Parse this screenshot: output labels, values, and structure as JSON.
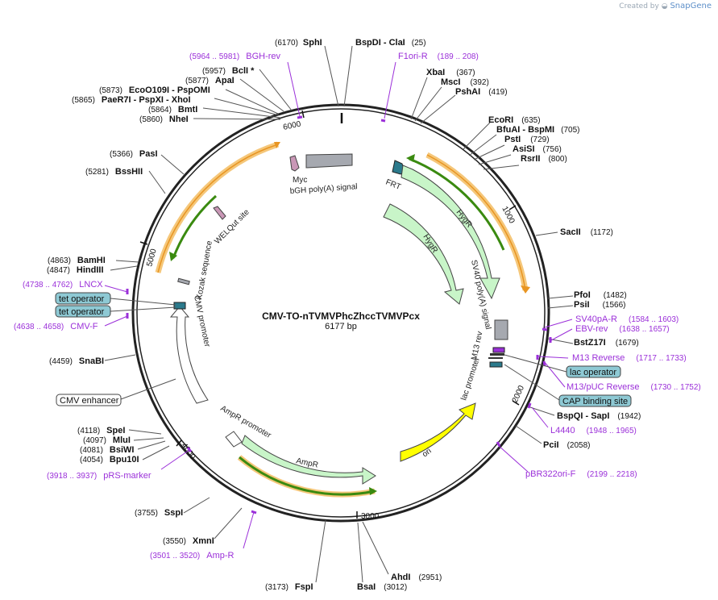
{
  "credit": {
    "created_by": "Created by",
    "brand": "SnapGene"
  },
  "plasmid": {
    "name": "CMV-TO-nTVMVPhcZhccTVMVPcx",
    "length": "6177 bp"
  },
  "ticks": [
    "1000",
    "2000",
    "3000",
    "4000",
    "5000",
    "6000"
  ],
  "sites": [
    {
      "name": "SphI",
      "pos": "(6170)"
    },
    {
      "name": "BspDI",
      "sep": " - ",
      "name2": "ClaI",
      "pos": "(25)"
    },
    {
      "name": "XbaI",
      "pos": "(367)"
    },
    {
      "name": "MscI",
      "pos": "(392)"
    },
    {
      "name": "PshAI",
      "pos": "(419)"
    },
    {
      "name": "EcoRI",
      "pos": "(635)"
    },
    {
      "name": "BfuAI",
      "sep": " - ",
      "name2": "BspMI",
      "pos": "(705)"
    },
    {
      "name": "PstI",
      "pos": "(729)"
    },
    {
      "name": "AsiSI",
      "pos": "(756)"
    },
    {
      "name": "RsrII",
      "pos": "(800)"
    },
    {
      "name": "SacII",
      "pos": "(1172)"
    },
    {
      "name": "PfoI",
      "pos": "(1482)"
    },
    {
      "name": "PsiI",
      "pos": "(1566)"
    },
    {
      "name": "BstZ17I",
      "pos": "(1679)"
    },
    {
      "name": "BspQI",
      "sep": " - ",
      "name2": "SapI",
      "pos": "(1942)"
    },
    {
      "name": "PciI",
      "pos": "(2058)"
    },
    {
      "name": "AhdI",
      "pos": "(2951)"
    },
    {
      "name": "BsaI",
      "pos": "(3012)"
    },
    {
      "name": "FspI",
      "pos": "(3173)"
    },
    {
      "name": "XmnI",
      "pos": "(3550)"
    },
    {
      "name": "SspI",
      "pos": "(3755)"
    },
    {
      "name": "Bpu10I",
      "pos": "(4054)"
    },
    {
      "name": "BsiWI",
      "pos": "(4081)"
    },
    {
      "name": "MluI",
      "pos": "(4097)"
    },
    {
      "name": "SpeI",
      "pos": "(4118)"
    },
    {
      "name": "SnaBI",
      "pos": "(4459)"
    },
    {
      "name": "HindIII",
      "pos": "(4847)"
    },
    {
      "name": "BamHI",
      "pos": "(4863)"
    },
    {
      "name": "BssHII",
      "pos": "(5281)"
    },
    {
      "name": "PasI",
      "pos": "(5366)"
    },
    {
      "name": "NheI",
      "pos": "(5860)"
    },
    {
      "name": "BmtI",
      "pos": "(5864)"
    },
    {
      "name": "PaeR7I",
      "sep": " - ",
      "name2": "PspXI",
      "sep2": " - ",
      "name3": "XhoI",
      "pos": "(5865)"
    },
    {
      "name": "EcoO109I",
      "sep": " - ",
      "name2": "PspOMI",
      "pos": "(5873)"
    },
    {
      "name": "ApaI",
      "pos": "(5877)"
    },
    {
      "name": "BclI *",
      "pos": "(5957)"
    }
  ],
  "primers": [
    {
      "name": "BGH-rev",
      "range": "(5964 .. 5981)"
    },
    {
      "name": "F1ori-R",
      "range": "(189 .. 208)"
    },
    {
      "name": "SV40pA-R",
      "range": "(1584 .. 1603)"
    },
    {
      "name": "EBV-rev",
      "range": "(1638 .. 1657)"
    },
    {
      "name": "M13 Reverse",
      "range": "(1717 .. 1733)"
    },
    {
      "name": "M13/pUC Reverse",
      "range": "(1730 .. 1752)"
    },
    {
      "name": "L4440",
      "range": "(1948 .. 1965)"
    },
    {
      "name": "pBR322ori-F",
      "range": "(2199 .. 2218)"
    },
    {
      "name": "Amp-R",
      "range": "(3501 .. 3520)"
    },
    {
      "name": "pRS-marker",
      "range": "(3918 .. 3937)"
    },
    {
      "name": "CMV-F",
      "range": "(4638 .. 4658)"
    },
    {
      "name": "LNCX",
      "range": "(4738 .. 4762)"
    }
  ],
  "boxed": {
    "tet_operator_1": "tet operator",
    "tet_operator_2": "tet operator",
    "cmv_enhancer": "CMV enhancer",
    "lac_operator": "lac operator",
    "cap_binding_site": "CAP binding site"
  },
  "features": {
    "myc": "Myc",
    "bgh": "bGH poly(A) signal",
    "frt": "FRT",
    "hygr_outer": "HygR",
    "hygr_inner": "HygR",
    "sv40": "SV40 poly(A) signal",
    "m13rev": "M13 rev",
    "lacpro": "lac promoter",
    "ori": "ori",
    "ampr": "AmpR",
    "amprpro": "AmpR promoter",
    "cmvpro": "CMV promoter",
    "kozak": "Kozak sequence",
    "welqut": "WELQut site"
  },
  "colors": {
    "backbone": "#222222",
    "enzyme_text": "#111111",
    "primer": "#9b30d9",
    "orange_orf": "#f0a030",
    "green_orf": "#3a8a10",
    "hygr_fill": "#c8f5c8",
    "ampr_fill": "#c8f5c8",
    "ori_fill": "#ffff00",
    "bgh_fill": "#a6a9b0",
    "frt_fill": "#2b7a8c",
    "operator_fill": "#8ec9d4",
    "myc_fill": "#c997b6"
  }
}
